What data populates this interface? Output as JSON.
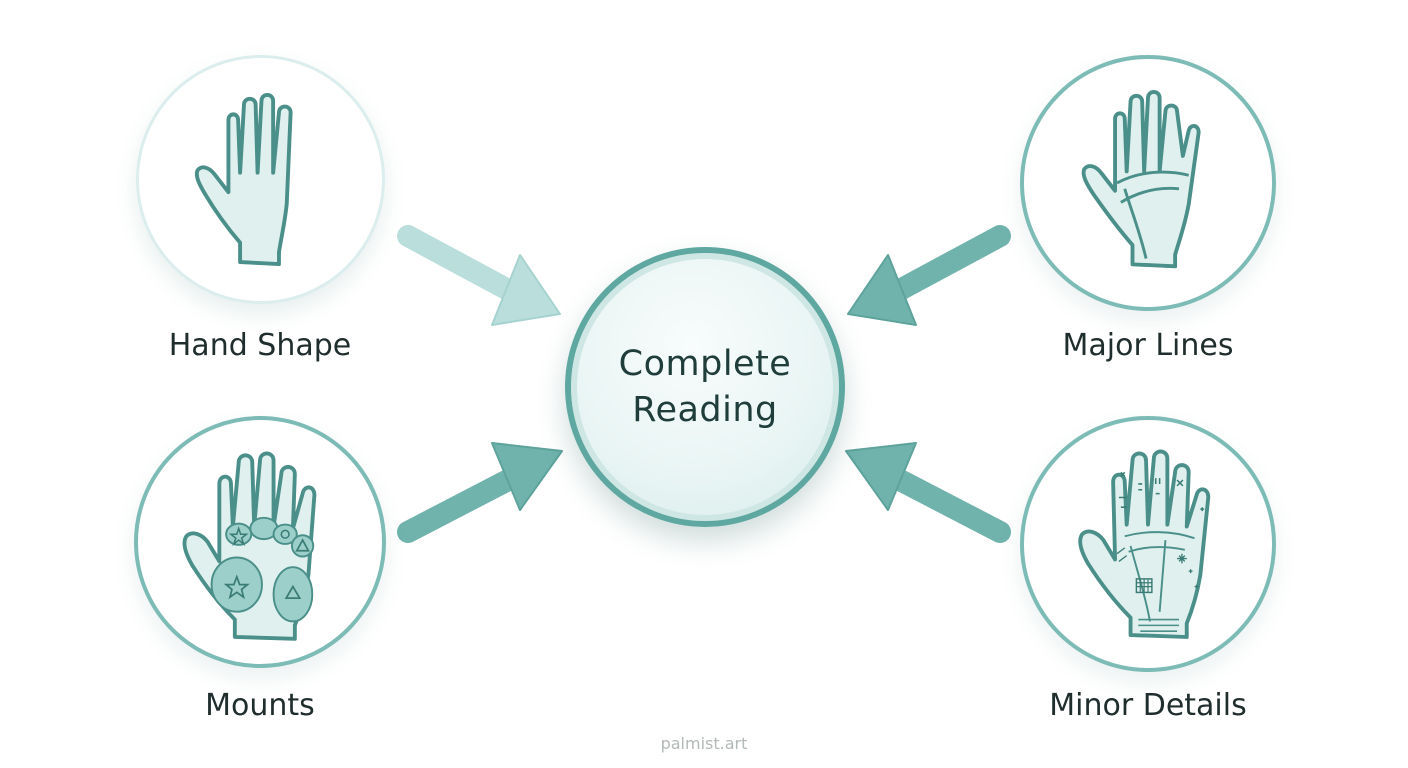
{
  "diagram": {
    "center": {
      "line1": "Complete",
      "line2": "Reading"
    },
    "nodes": {
      "hand_shape": {
        "label": "Hand Shape",
        "icon": "hand-outline-icon"
      },
      "major_lines": {
        "label": "Major Lines",
        "icon": "palm-lines-icon"
      },
      "mounts": {
        "label": "Mounts",
        "icon": "palm-mounts-icon"
      },
      "minor_details": {
        "label": "Minor Details",
        "icon": "palm-markings-icon"
      }
    },
    "colors": {
      "teal_stroke": "#4a8f89",
      "teal_fill": "#dff0ee",
      "arrow_light": "#b9dedb",
      "arrow_dark": "#6fb3ac"
    }
  },
  "footer": {
    "watermark": "palmist.art"
  }
}
